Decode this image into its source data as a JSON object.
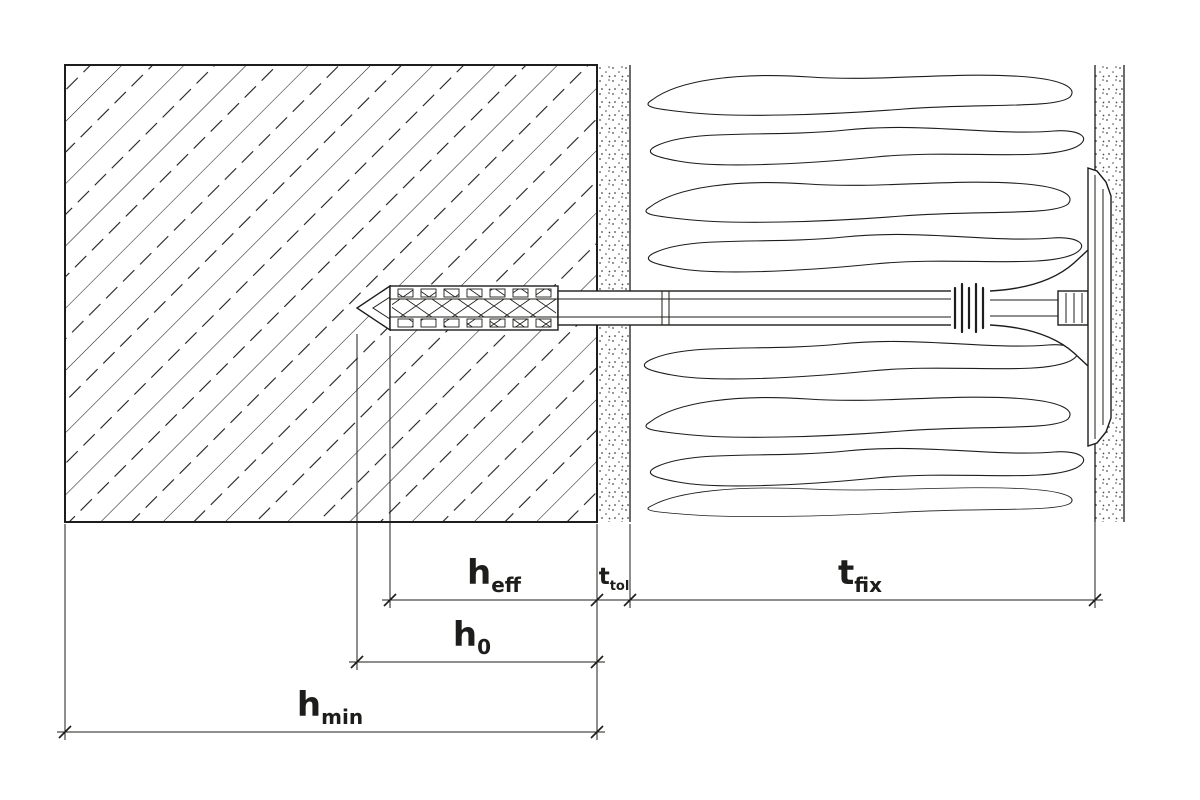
{
  "colors": {
    "ink": "#1d1d1b",
    "paper": "#ffffff"
  },
  "labels": {
    "h_eff": {
      "base": "h",
      "sub": "eff"
    },
    "t_tol": {
      "base": "t",
      "sub": "tol"
    },
    "t_fix": {
      "base": "t",
      "sub": "fix"
    },
    "h_0": {
      "base": "h",
      "sub": "0"
    },
    "h_min": {
      "base": "h",
      "sub": "min"
    }
  }
}
